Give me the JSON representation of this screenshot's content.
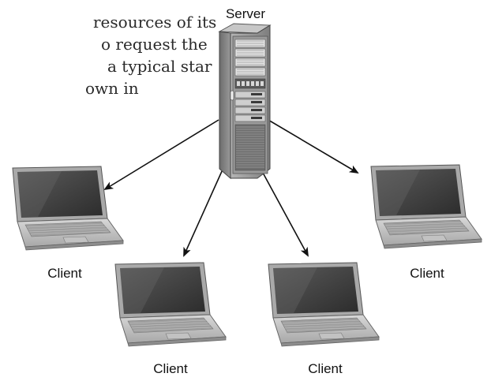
{
  "body_text": {
    "lines": [
      "resources of its",
      "o request the",
      "a typical star",
      "own in"
    ]
  },
  "diagram": {
    "server": {
      "label": "Server"
    },
    "clients": [
      {
        "label": "Client"
      },
      {
        "label": "Client"
      },
      {
        "label": "Client"
      },
      {
        "label": "Client"
      }
    ]
  },
  "colors": {
    "server_body": "#8a8a8a",
    "laptop_body": "#c9c9c9",
    "laptop_screen": "#3a3a3a",
    "arrow": "#111111"
  },
  "icons": {
    "server": "server-tower-icon",
    "client": "laptop-icon"
  }
}
